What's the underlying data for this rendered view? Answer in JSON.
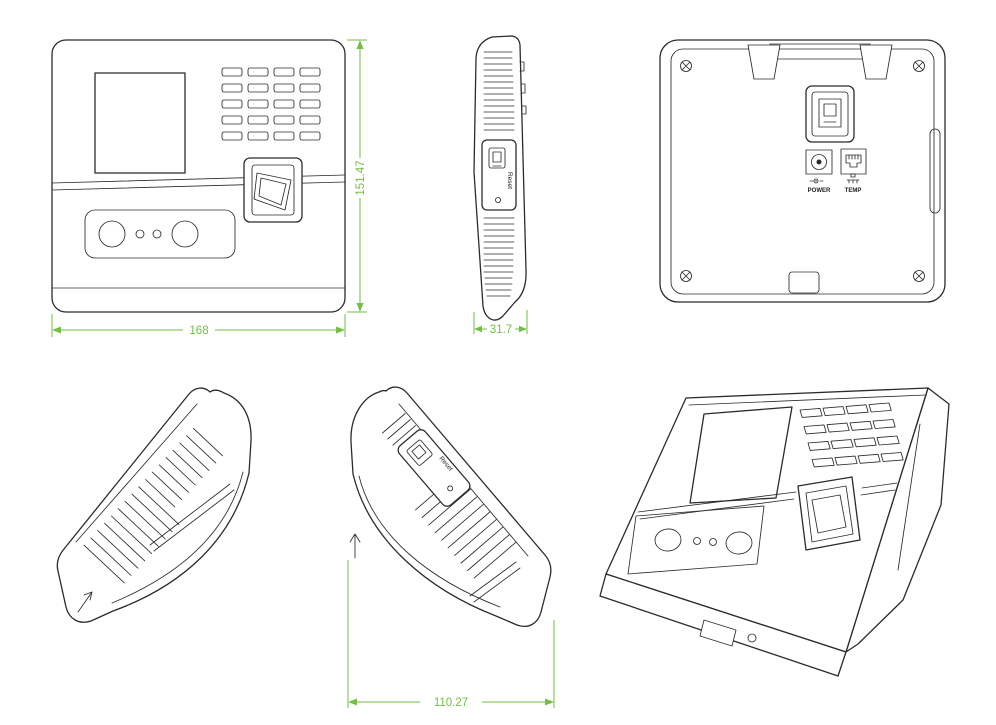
{
  "diagram": {
    "dims": {
      "front_width": "168",
      "front_height": "151.47",
      "side_depth": "31.7",
      "tilt_width": "110.27"
    },
    "labels": {
      "power": "POWER",
      "temp": "TEMP",
      "reset_side": "Reset",
      "reset_tilt": "Reset"
    },
    "colors": {
      "line": "#2b2b2b",
      "dimension": "#72bf44"
    }
  }
}
